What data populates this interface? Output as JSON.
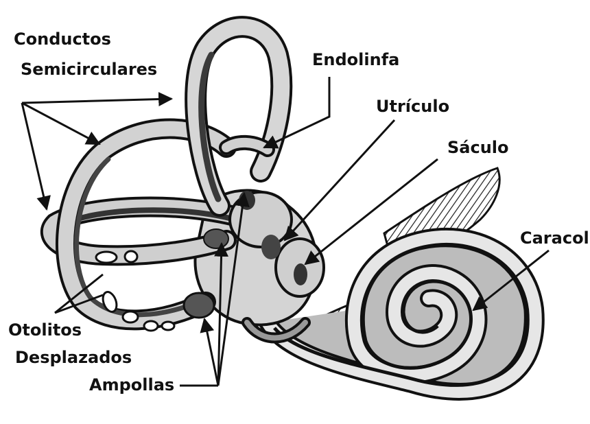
{
  "labels": {
    "canals_line1": "Conductos",
    "canals_line2": "Semicirculares",
    "endolymph": "Endolinfa",
    "utricle": "Utrículo",
    "saccule": "Sáculo",
    "cochlea": "Caracol",
    "otoliths_line1": "Otolitos",
    "otoliths_line2": "Desplazados",
    "ampullae": "Ampollas"
  }
}
